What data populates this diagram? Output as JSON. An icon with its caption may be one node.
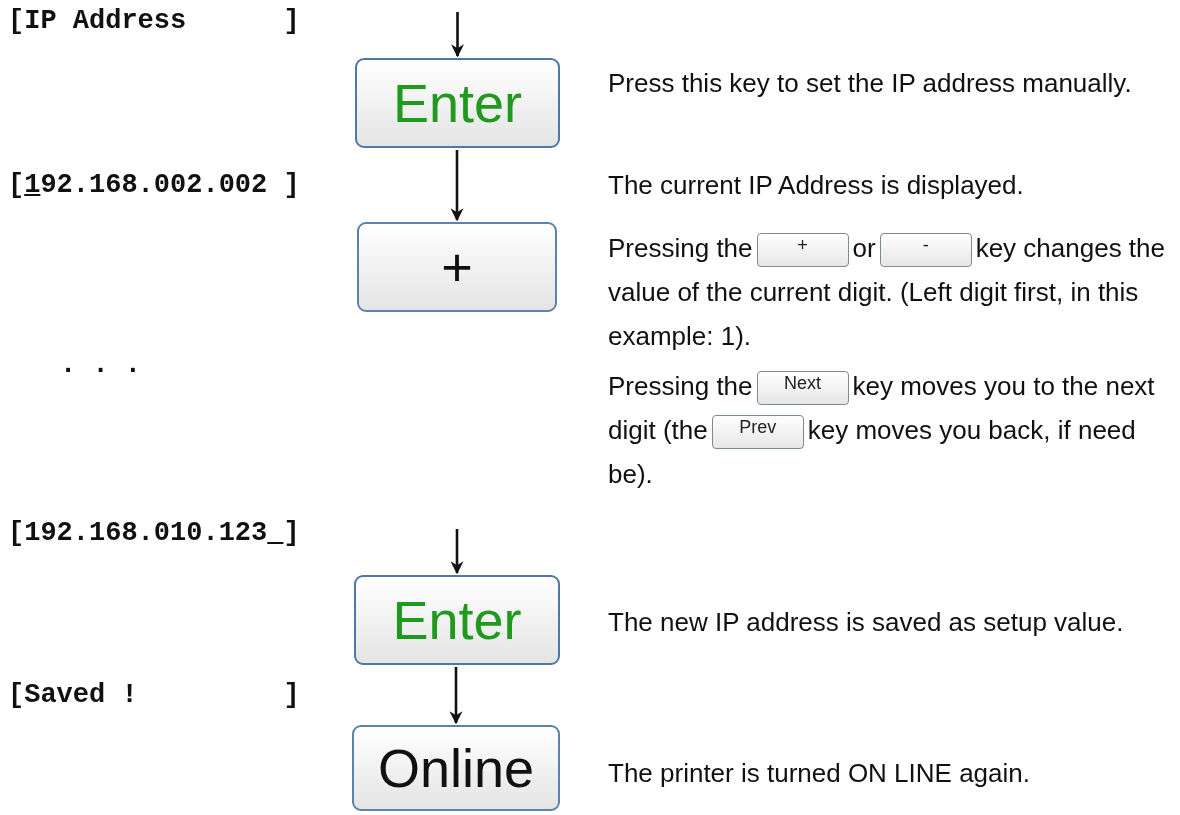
{
  "diagram": {
    "nodes": [
      {
        "text": [
          "Enter"
        ]
      },
      {
        "text": [
          "+"
        ]
      },
      {
        "text": [
          "+"
        ]
      },
      {
        "text": [
          "-"
        ]
      },
      {
        "text": [
          "Next"
        ]
      },
      {
        "text": [
          "Prev"
        ]
      },
      {
        "text": [
          "Enter"
        ]
      },
      {
        "text": [
          "Online"
        ]
      }
    ],
    "edges": [
      {
        "from": null,
        "to": 0,
        "arrow": "to"
      },
      {
        "from": 0,
        "to": 1,
        "arrow": "to"
      },
      {
        "from": null,
        "to": 6,
        "arrow": "to"
      },
      {
        "from": 6,
        "to": 7,
        "arrow": "to"
      }
    ],
    "labels": [
      "[IP Address      ]",
      "Press this key to set the IP address manually.",
      "[192.168.002.002 ]",
      "The current IP Address is displayed.",
      "Pressing the",
      "or",
      "key changes the value of the current digit. (Left digit first, in this example: 1).",
      "Pressing the",
      "key moves you to the next digit (the",
      "key moves you back, if need be).",
      ". . .",
      "[192.168.010.123 ]",
      "The new IP address is saved as setup value.",
      "[Saved !         ]",
      "The printer is turned ON LINE again."
    ]
  }
}
